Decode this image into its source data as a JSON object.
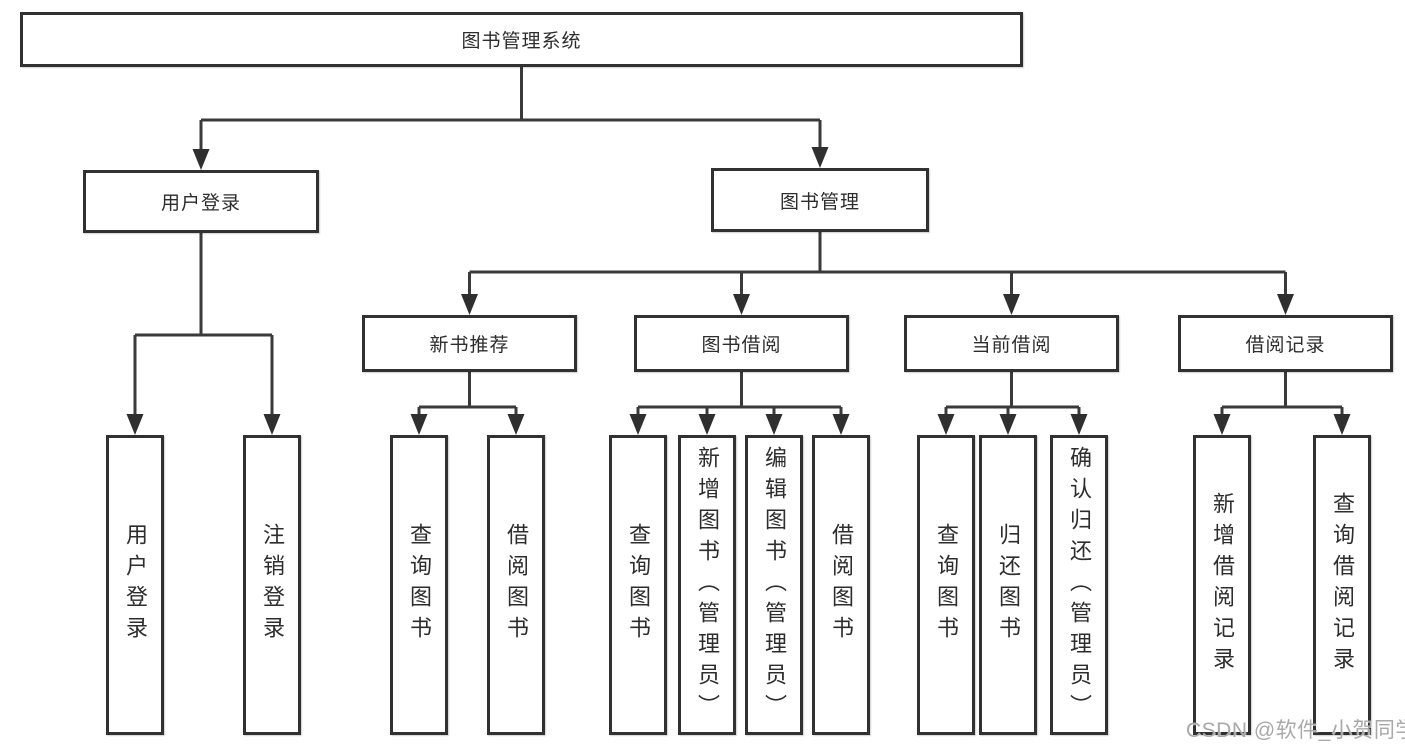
{
  "tree": {
    "root": {
      "label": "图书管理系统"
    },
    "branches": [
      {
        "label": "用户登录",
        "children": [
          {
            "label": "用户登录"
          },
          {
            "label": "注销登录"
          }
        ]
      },
      {
        "label": "图书管理",
        "children": [
          {
            "label": "新书推荐",
            "children": [
              {
                "label": "查询图书"
              },
              {
                "label": "借阅图书"
              }
            ]
          },
          {
            "label": "图书借阅",
            "children": [
              {
                "label": "查询图书"
              },
              {
                "label": "新增图书（管理员）"
              },
              {
                "label": "编辑图书（管理员）"
              },
              {
                "label": "借阅图书"
              }
            ]
          },
          {
            "label": "当前借阅",
            "children": [
              {
                "label": "查询图书"
              },
              {
                "label": "归还图书"
              },
              {
                "label": "确认归还（管理员）"
              }
            ]
          },
          {
            "label": "借阅记录",
            "children": [
              {
                "label": "新增借阅记录"
              },
              {
                "label": "查询借阅记录"
              }
            ]
          }
        ]
      }
    ]
  },
  "watermark": "CSDN @软件_小贺同学",
  "colors": {
    "box_border": "#313131",
    "connector_line": "#3a3a3a",
    "arrowhead": "#2f2f2f",
    "text": "#2d2d2d",
    "watermark": "#a9a9a9",
    "background": "#ffffff"
  }
}
